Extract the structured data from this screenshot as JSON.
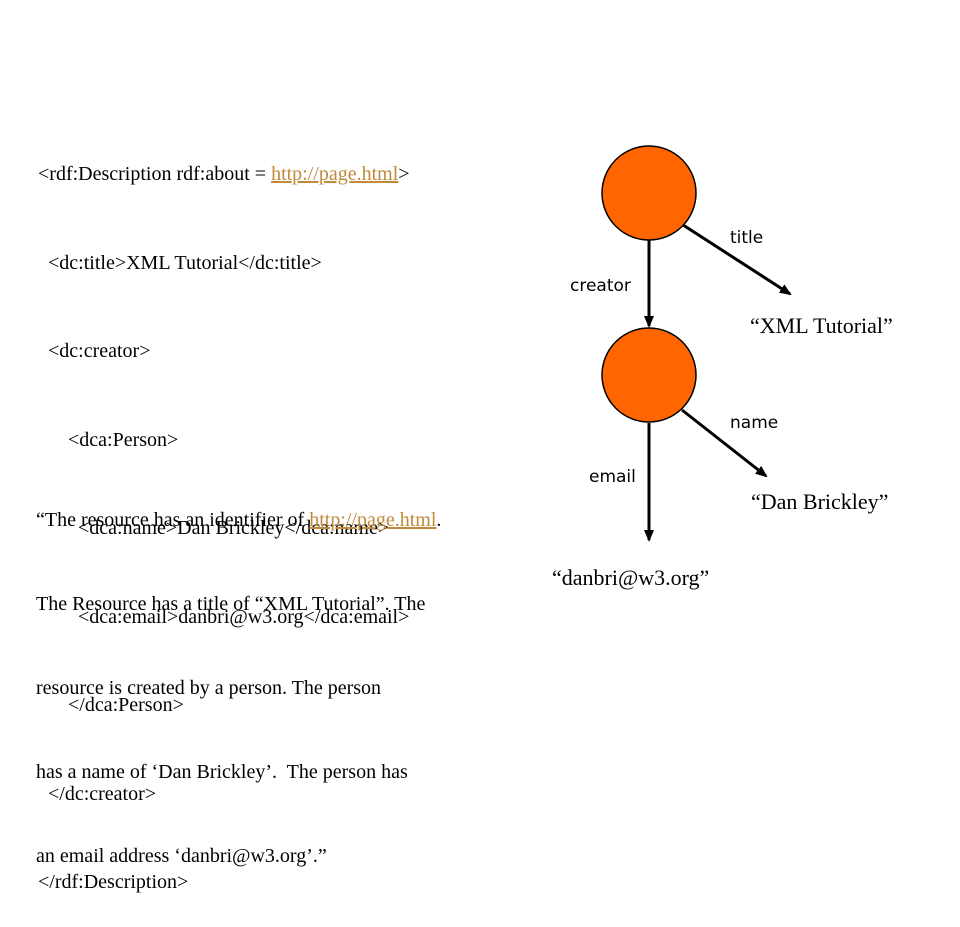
{
  "code": {
    "line1_pre": "<rdf:Description rdf:about = ",
    "line1_link": "http://page.html",
    "line1_post": ">",
    "line2": "  <dc:title>XML Tutorial</dc:title>",
    "line3": "  <dc:creator>",
    "line4": "      <dca:Person>",
    "line5": "        <dca:name>Dan Brickley</dca:name>",
    "line6": "        <dca:email>danbri@w3.org</dca:email>",
    "line7": "      </dca:Person>",
    "line8": "  </dc:creator>",
    "line9": "</rdf:Description>"
  },
  "paragraph": {
    "line1_pre": "“The resource has an identifier of ",
    "line1_link": "http://page.html",
    "line1_post": ".",
    "line2": "The Resource has a title of “XML Tutorial”. The",
    "line3": "resource is created by a person. The person",
    "line4": "has a name of ‘Dan Brickley’.  The person has",
    "line5": "an email address ‘danbri@w3.org’.”"
  },
  "graph": {
    "edge_title": "title",
    "edge_creator": "creator",
    "edge_name": "name",
    "edge_email": "email",
    "literal_title": "“XML Tutorial”",
    "literal_name": "“Dan Brickley”",
    "literal_email": "“danbri@w3.org”"
  },
  "colors": {
    "node_fill": "#ff6600",
    "node_stroke": "#000000",
    "link": "#c08a3a"
  }
}
